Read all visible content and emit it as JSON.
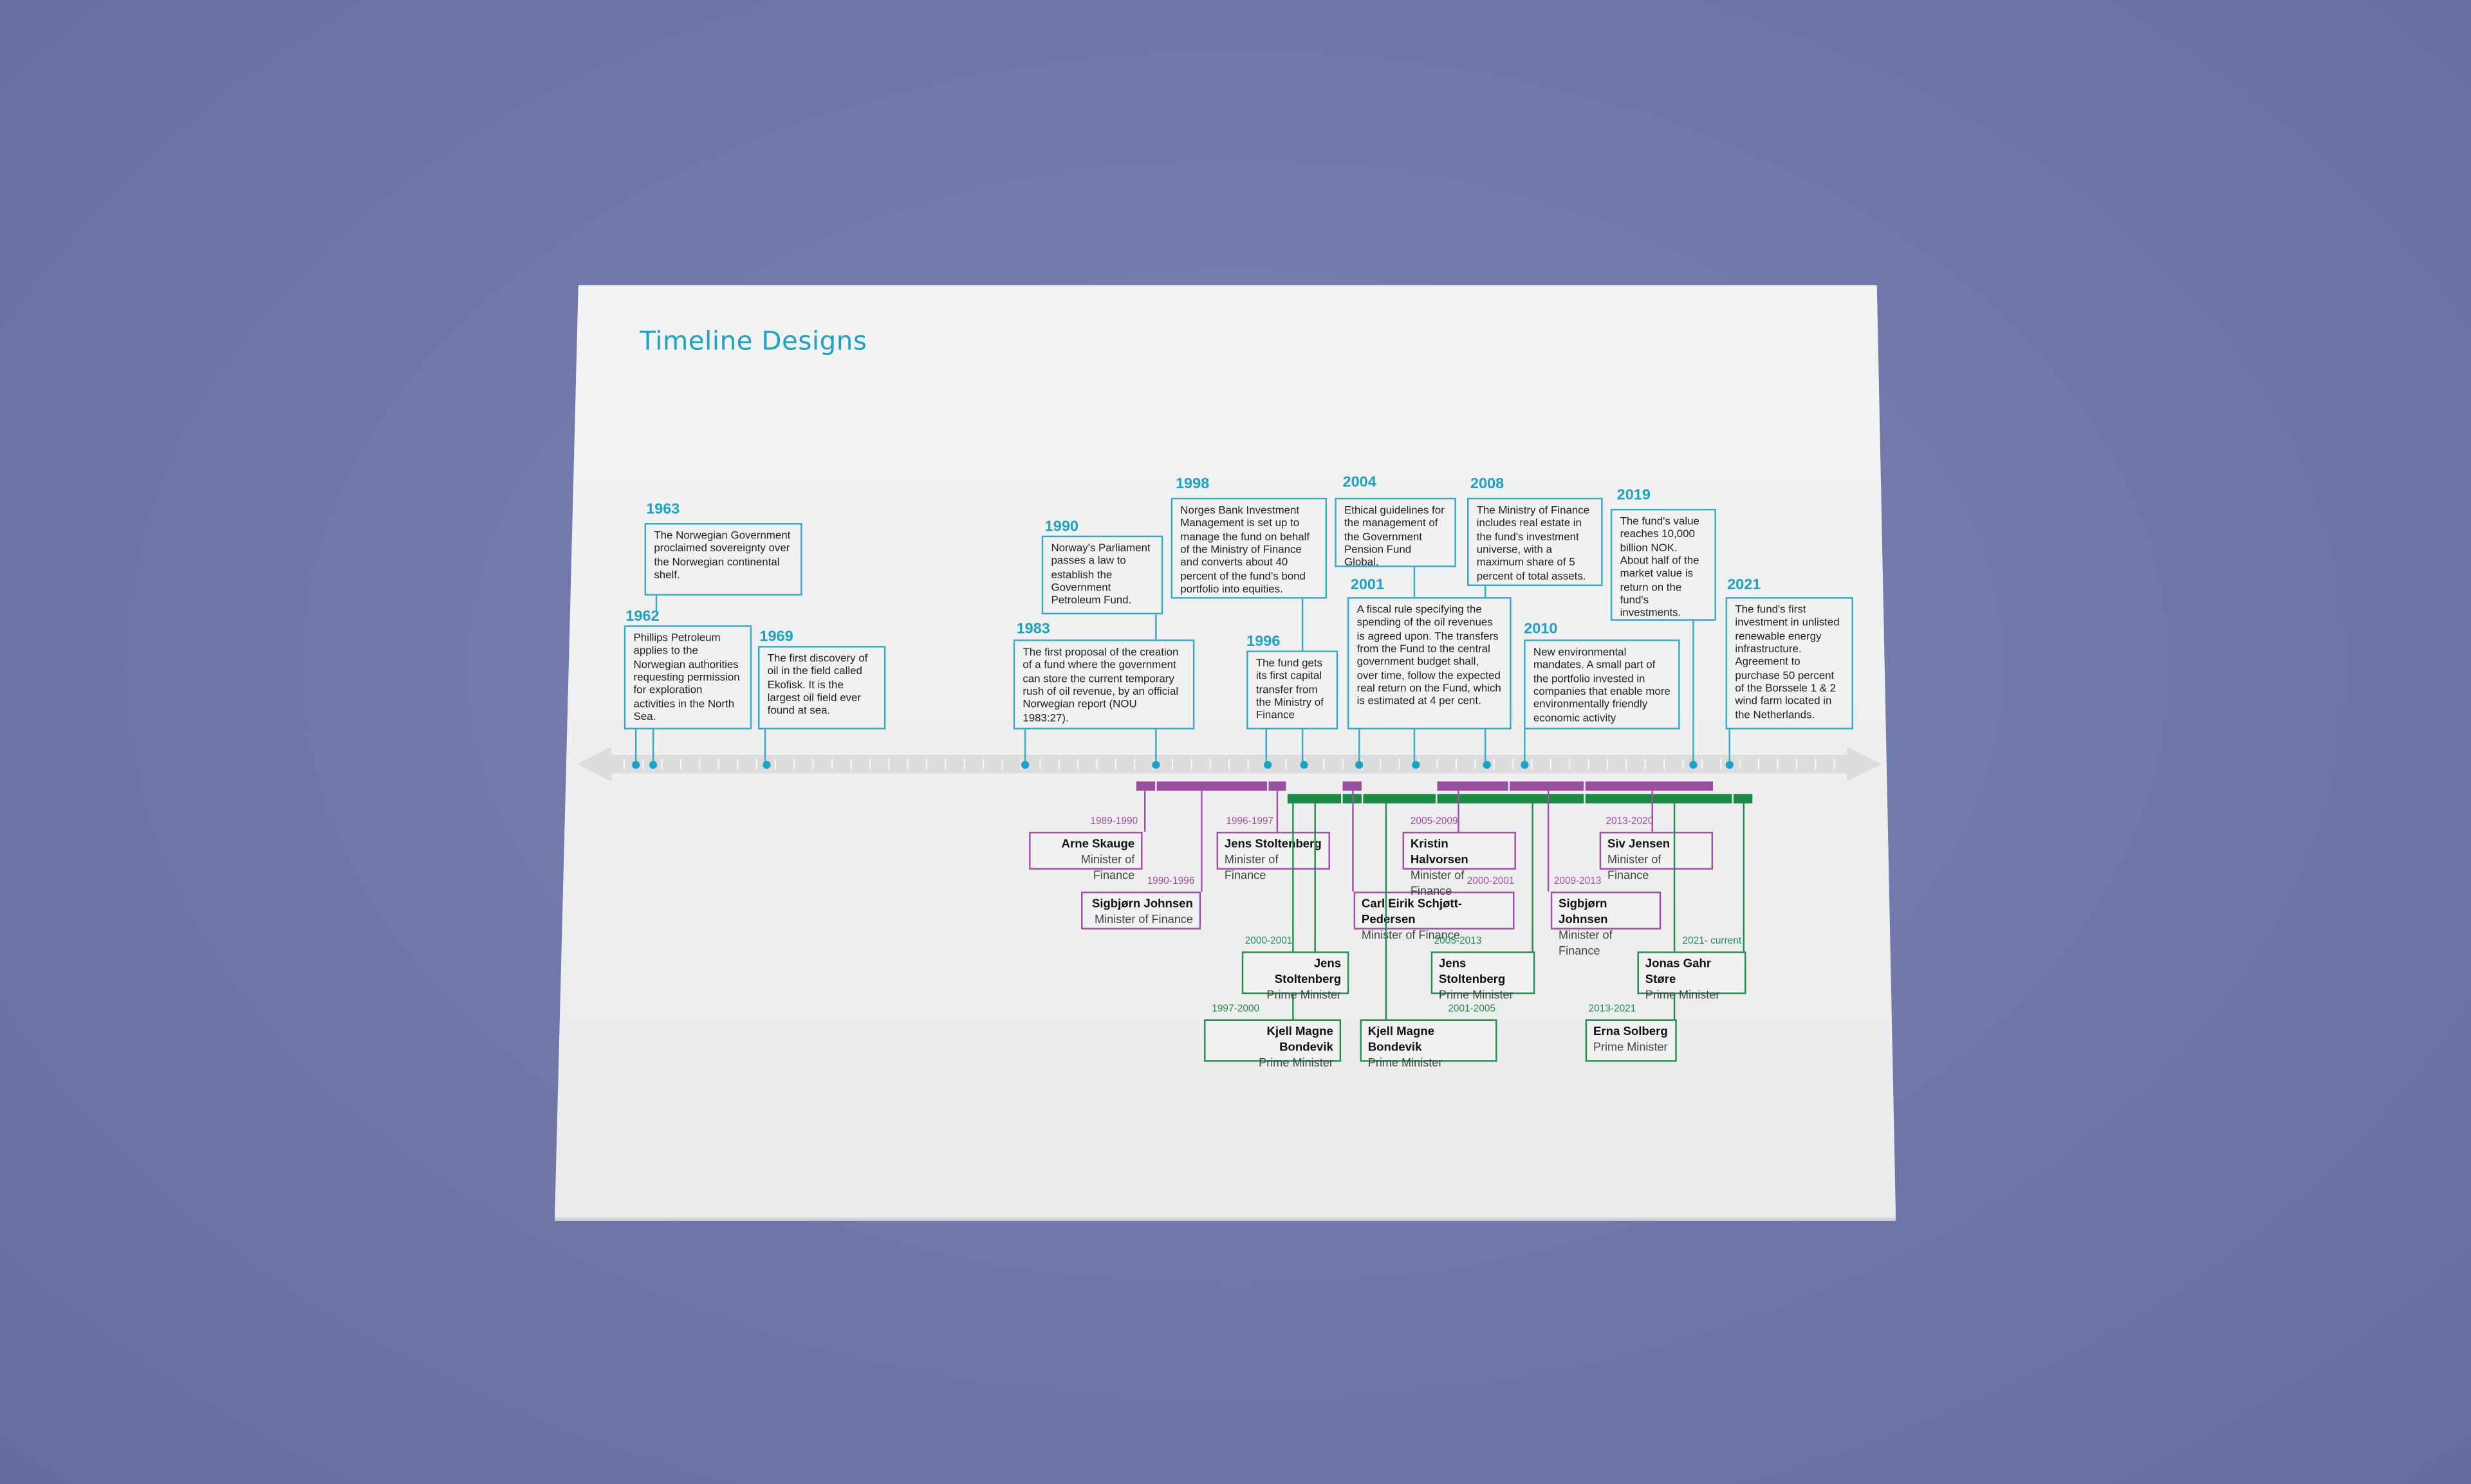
{
  "title": "Timeline Designs",
  "events": {
    "e1962": {
      "year": "1962",
      "text": "Phillips Petroleum applies to the Norwegian authorities requesting permission for exploration activities in the North Sea."
    },
    "e1963": {
      "year": "1963",
      "text": "The Norwegian Government proclaimed sovereignty over the Norwegian continental shelf."
    },
    "e1969": {
      "year": "1969",
      "text": "The first discovery of oil in the field called Ekofisk. It is the largest oil field ever found at sea."
    },
    "e1983": {
      "year": "1983",
      "text": "The first proposal of the creation of a fund where the government can store the current temporary rush of oil revenue, by an official Norwegian report (NOU 1983:27)."
    },
    "e1990": {
      "year": "1990",
      "text": "Norway's Parliament passes a law to establish the Government Petroleum Fund."
    },
    "e1996": {
      "year": "1996",
      "text": "The fund gets its first capital transfer from the Ministry of Finance"
    },
    "e1998": {
      "year": "1998",
      "text": "Norges Bank Investment Management is set up to manage the fund on behalf of the Ministry of Finance and converts about 40 percent of the fund's bond portfolio into equities."
    },
    "e2001": {
      "year": "2001",
      "text": "A fiscal rule specifying the spending of the oil revenues is agreed upon. The transfers from the Fund to the central government budget shall, over time, follow the expected real return on the Fund, which is estimated at 4 per cent."
    },
    "e2004": {
      "year": "2004",
      "text": "Ethical guidelines for the management of the Government Pension Fund Global."
    },
    "e2008": {
      "year": "2008",
      "text": "The Ministry of Finance includes real estate in the fund's investment universe, with a maximum share of 5 percent of total assets."
    },
    "e2010": {
      "year": "2010",
      "text": "New environmental mandates. A small part of the portfolio invested in companies that enable more environmentally friendly economic activity"
    },
    "e2019": {
      "year": "2019",
      "text": "The fund's value reaches 10,000 billion NOK. About half of the market value is return on the fund's investments."
    },
    "e2021": {
      "year": "2021",
      "text": "The fund's first investment in unlisted renewable energy infrastructure. Agreement to purchase 50 percent of the Borssele 1 & 2 wind farm located in the Netherlands."
    }
  },
  "finance": {
    "f1": {
      "period": "1989-1990",
      "name": "Arne Skauge",
      "role": "Minister of Finance"
    },
    "f2": {
      "period": "1990-1996",
      "name": "Sigbjørn Johnsen",
      "role": "Minister of Finance"
    },
    "f3": {
      "period": "1996-1997",
      "name": "Jens Stoltenberg",
      "role": "Minister of Finance"
    },
    "f4": {
      "period": "2000-2001",
      "name": "Carl Eirik Schjøtt-Pedersen",
      "role": "Minister of Finance"
    },
    "f5": {
      "period": "2005-2009",
      "name": "Kristin Halvorsen",
      "role": "Minister of Finance"
    },
    "f6": {
      "period": "2009-2013",
      "name": "Sigbjørn Johnsen",
      "role": "Minister of Finance"
    },
    "f7": {
      "period": "2013-2020",
      "name": "Siv Jensen",
      "role": "Minister of Finance"
    }
  },
  "prime": {
    "p1": {
      "period": "1997-2000",
      "name": "Kjell Magne Bondevik",
      "role": "Prime Minister"
    },
    "p2": {
      "period": "2000-2001",
      "name": "Jens Stoltenberg",
      "role": "Prime Minister"
    },
    "p3": {
      "period": "2001-2005",
      "name": "Kjell Magne Bondevik",
      "role": "Prime Minister"
    },
    "p4": {
      "period": "2005-2013",
      "name": "Jens Stoltenberg",
      "role": "Prime Minister"
    },
    "p5": {
      "period": "2013-2021",
      "name": "Erna Solberg",
      "role": "Prime Minister"
    },
    "p6": {
      "period": "2021- current",
      "name": "Jonas Gahr Støre",
      "role": "Prime Minister"
    }
  },
  "colors": {
    "event": "#1aa3c6",
    "finance": "#a24ea6",
    "prime": "#1e9150",
    "background": "#7178aa",
    "paper": "#f0f0f0"
  }
}
